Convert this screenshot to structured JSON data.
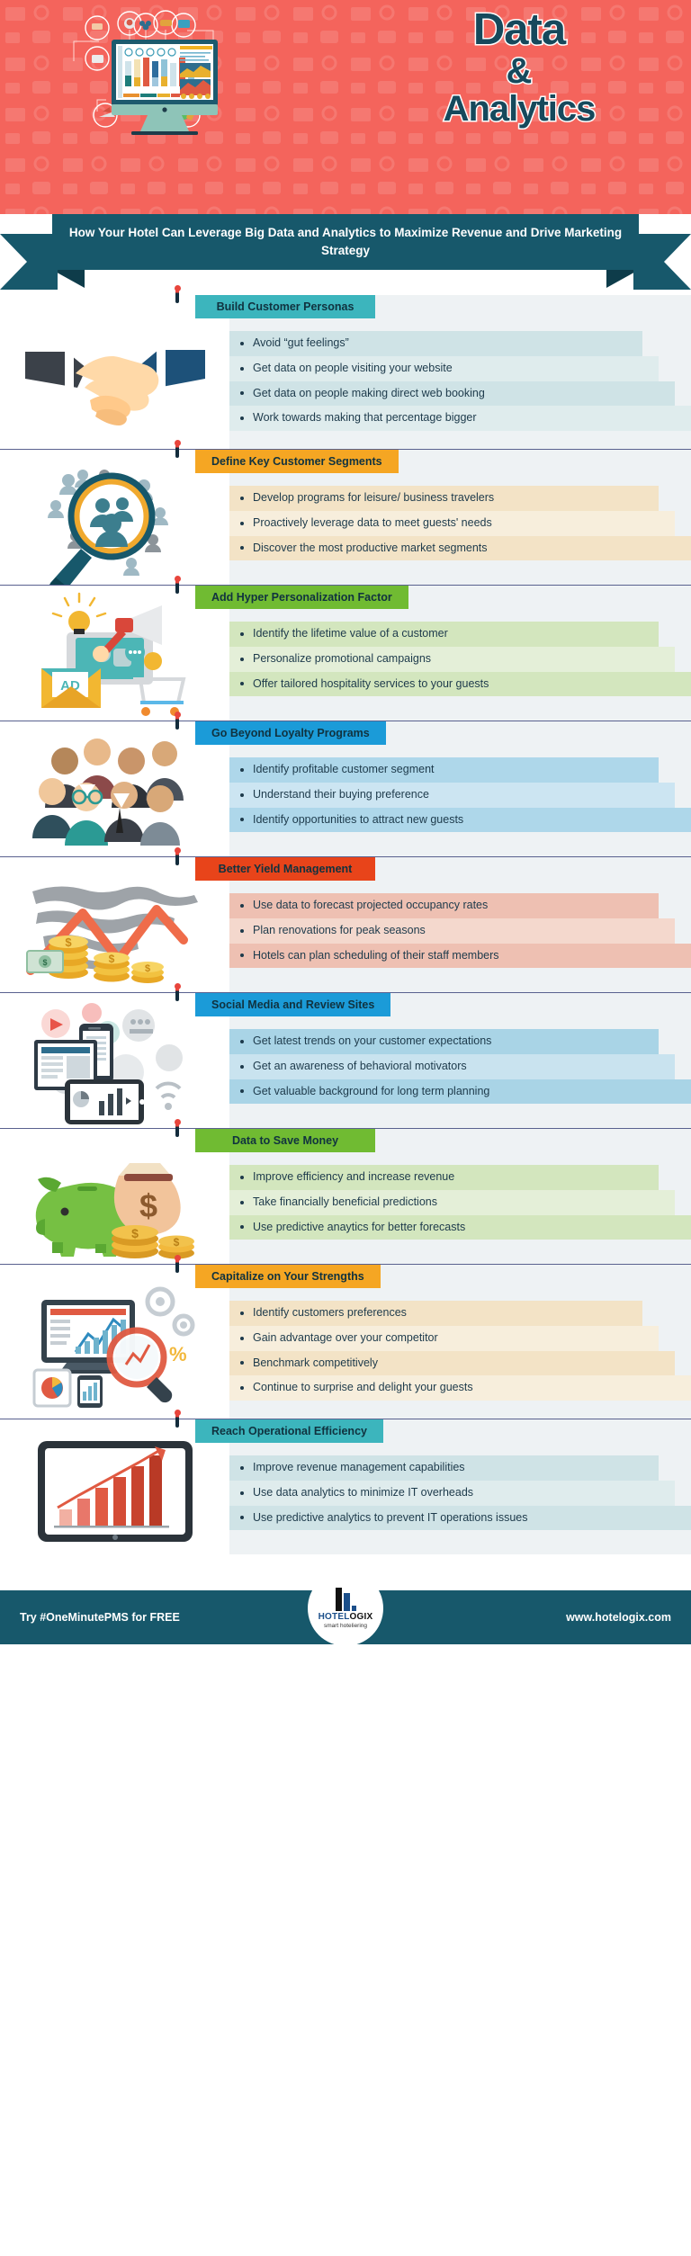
{
  "hero": {
    "title_line1": "Data",
    "title_line2": "&",
    "title_line3": "Analytics",
    "icon_names": [
      "handshake-icon",
      "magnifier-people-icon",
      "people-group-icon",
      "beach-icon",
      "analytics-icon",
      "devices-icon",
      "payment-icon",
      "plane-icon",
      "money-bag-icon"
    ]
  },
  "ribbon": {
    "text": "How Your Hotel Can Leverage Big Data and Analytics to Maximize Revenue and Drive Marketing Strategy"
  },
  "colors": {
    "hero_bg": "#f4645c",
    "ribbon_bg": "#17586b",
    "panel_bg": "#eef2f4",
    "footer_bg": "#17586b",
    "divider": "#59618f"
  },
  "sections": [
    {
      "id": "build-customer-personas",
      "title": "Build Customer Personas",
      "header_color": "#3cb5bd",
      "stripe_a": "#cfe3e6",
      "stripe_b": "#dfeced",
      "illustration": "handshake-illustration",
      "bullets": [
        "Avoid “gut feelings”",
        "Get data on people visiting your website",
        "Get data on people making direct web booking",
        "Work towards making that percentage bigger"
      ]
    },
    {
      "id": "define-key-customer-segments",
      "title": "Define Key Customer Segments",
      "header_color": "#f5a623",
      "stripe_a": "#f3e3c6",
      "stripe_b": "#f7eedc",
      "illustration": "magnifier-people-illustration",
      "bullets": [
        "Develop programs for leisure/ business travelers",
        "Proactively leverage data to meet guests' needs",
        "Discover the most productive market segments"
      ]
    },
    {
      "id": "add-hyper-personalization-factor",
      "title": "Add Hyper Personalization Factor",
      "header_color": "#70bb32",
      "stripe_a": "#d3e6be",
      "stripe_b": "#e4efd8",
      "illustration": "ad-campaign-illustration",
      "bullets": [
        "Identify the lifetime value of a customer",
        "Personalize promotional campaigns",
        "Offer tailored hospitality services to your guests"
      ]
    },
    {
      "id": "go-beyond-loyalty-programs",
      "title": "Go Beyond Loyalty Programs",
      "header_color": "#1b9bd8",
      "stripe_a": "#aed7ea",
      "stripe_b": "#cce5f2",
      "illustration": "crowd-people-illustration",
      "bullets": [
        "Identify profitable customer segment",
        "Understand their buying preference",
        "Identify opportunities to attract new guests"
      ]
    },
    {
      "id": "better-yield-management",
      "title": "Better Yield Management",
      "header_color": "#e8441a",
      "stripe_a": "#eec0b2",
      "stripe_b": "#f4d8cd",
      "illustration": "world-map-coins-illustration",
      "bullets": [
        "Use data to forecast projected occupancy rates",
        "Plan renovations for peak seasons",
        "Hotels can plan scheduling of their staff members"
      ]
    },
    {
      "id": "social-media-and-review-sites",
      "title": "Social Media and Review Sites",
      "header_color": "#1b9bd8",
      "stripe_a": "#a9d4e6",
      "stripe_b": "#c9e3ef",
      "illustration": "social-devices-illustration",
      "bullets": [
        "Get latest trends on your customer expectations",
        "Get an awareness of behavioral motivators",
        "Get valuable background for long term planning"
      ]
    },
    {
      "id": "data-to-save-money",
      "title": "Data to Save Money",
      "header_color": "#70bb32",
      "stripe_a": "#d3e6be",
      "stripe_b": "#e4efd8",
      "illustration": "piggy-bank-illustration",
      "bullets": [
        "Improve efficiency and increase revenue",
        "Take financially beneficial predictions",
        "Use predictive anaytics for better forecasts"
      ]
    },
    {
      "id": "capitalize-on-your-strengths",
      "title": "Capitalize on Your Strengths",
      "header_color": "#f5a623",
      "stripe_a": "#f3e3c6",
      "stripe_b": "#f7eedc",
      "illustration": "dashboard-magnifier-illustration",
      "bullets": [
        "Identify customers preferences",
        "Gain advantage over your competitor",
        "Benchmark competitively",
        "Continue to surprise and delight your guests"
      ]
    },
    {
      "id": "reach-operational-efficiency",
      "title": "Reach Operational Efficiency",
      "header_color": "#3cb5bd",
      "stripe_a": "#cfe3e6",
      "stripe_b": "#dfeced",
      "illustration": "tablet-bar-chart-illustration",
      "bullets": [
        "Improve revenue management capabilities",
        "Use data analytics to minimize IT overheads",
        "Use predictive analytics to prevent IT operations issues"
      ]
    }
  ],
  "footer": {
    "left_text": "Try #OneMinutePMS for FREE",
    "right_text": "www.hotelogix.com",
    "logo_name_light": "HOTEL",
    "logo_name_bold": "OGIX",
    "logo_tagline": "smart hoteliering"
  }
}
